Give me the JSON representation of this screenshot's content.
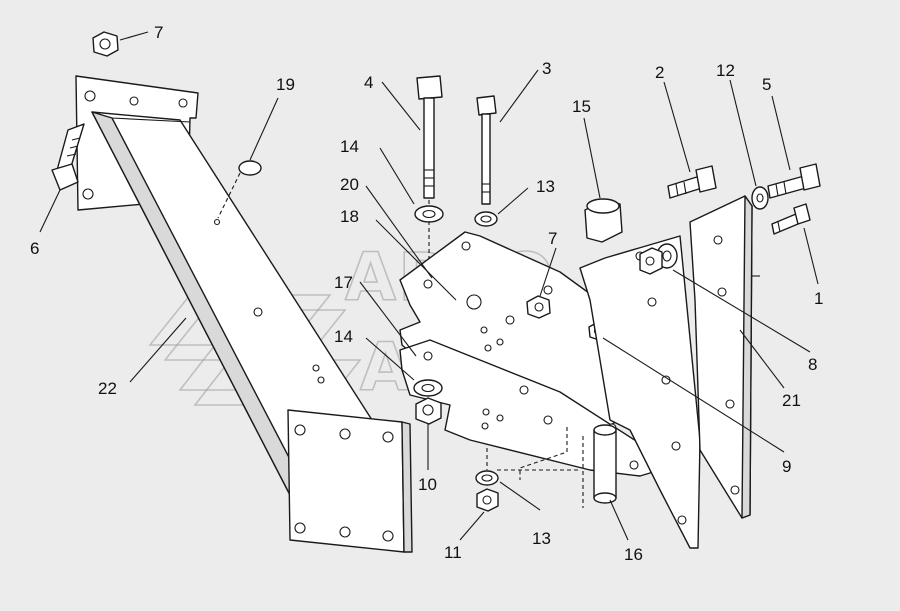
{
  "diagram": {
    "watermark": {
      "line1": "АВТО",
      "line2": "АЛЬЯНС"
    },
    "callouts": [
      {
        "id": "c1",
        "label": "1"
      },
      {
        "id": "c2",
        "label": "2"
      },
      {
        "id": "c3",
        "label": "3"
      },
      {
        "id": "c4",
        "label": "4"
      },
      {
        "id": "c5",
        "label": "5"
      },
      {
        "id": "c6",
        "label": "6"
      },
      {
        "id": "c7a",
        "label": "7"
      },
      {
        "id": "c7b",
        "label": "7"
      },
      {
        "id": "c8",
        "label": "8"
      },
      {
        "id": "c9",
        "label": "9"
      },
      {
        "id": "c10",
        "label": "10"
      },
      {
        "id": "c11",
        "label": "11"
      },
      {
        "id": "c12",
        "label": "12"
      },
      {
        "id": "c13a",
        "label": "13"
      },
      {
        "id": "c13b",
        "label": "13"
      },
      {
        "id": "c14a",
        "label": "14"
      },
      {
        "id": "c14b",
        "label": "14"
      },
      {
        "id": "c15",
        "label": "15"
      },
      {
        "id": "c16",
        "label": "16"
      },
      {
        "id": "c17",
        "label": "17"
      },
      {
        "id": "c18",
        "label": "18"
      },
      {
        "id": "c19",
        "label": "19"
      },
      {
        "id": "c20",
        "label": "20"
      },
      {
        "id": "c21",
        "label": "21"
      },
      {
        "id": "c22",
        "label": "22"
      }
    ]
  }
}
